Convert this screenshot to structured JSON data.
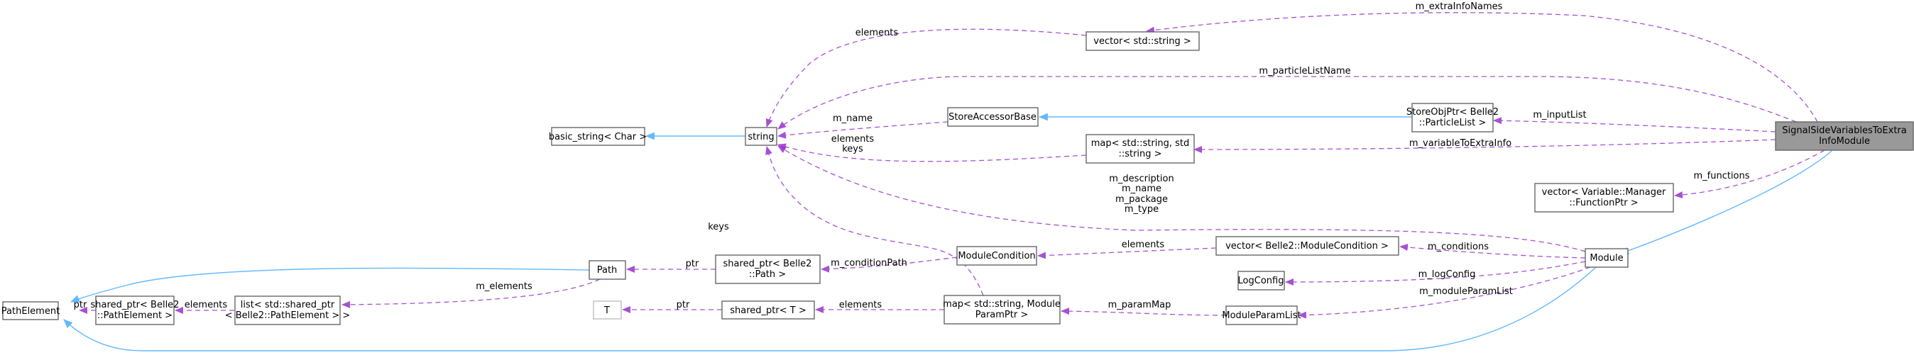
{
  "diagram": {
    "title": "SignalSideVariablesToExtraInfoModule collaboration graph",
    "colors": {
      "usage_edge": "#9a32cd",
      "inheritance_edge": "#63b8ff",
      "focus_node_fill": "#999999",
      "node_border": "#666666"
    },
    "nodes": {
      "focus": [
        "SignalSideVariablesToExtraInfoModule",
        "InfoModule"
      ],
      "focus_line1": "SignalSideVariablesToExtra",
      "focus_line2": "InfoModule",
      "path_element": "PathElement",
      "shared_ptr_path_element_l1": "shared_ptr< Belle2",
      "shared_ptr_path_element_l2": "::PathElement >",
      "list_shared_ptr_l1": "list< std::shared_ptr",
      "list_shared_ptr_l2": "< Belle2::PathElement > >",
      "path": "Path",
      "shared_ptr_path_l1": "shared_ptr< Belle2",
      "shared_ptr_path_l2": "::Path >",
      "t": "T",
      "shared_ptr_t": "shared_ptr< T >",
      "module_condition": "ModuleCondition",
      "map_module_param_l1": "map< std::string, Module",
      "map_module_param_l2": "ParamPtr >",
      "vector_module_condition": "vector< Belle2::ModuleCondition >",
      "log_config": "LogConfig",
      "module_param_list": "ModuleParamList",
      "module": "Module",
      "vector_function_ptr_l1": "vector< Variable::Manager",
      "vector_function_ptr_l2": "::FunctionPtr >",
      "store_obj_ptr_l1": "StoreObjPtr< Belle2",
      "store_obj_ptr_l2": "::ParticleList >",
      "store_accessor_base": "StoreAccessorBase",
      "map_string_string_l1": "map< std::string, std",
      "map_string_string_l2": "::string >",
      "vector_string": "vector< std::string >",
      "string": "string",
      "basic_string": "basic_string< Char >"
    },
    "edge_labels": {
      "m_extra_info_names": "m_extraInfoNames",
      "elements_vector_string": "elements",
      "m_particle_list_name": "m_particleListName",
      "m_input_list": "m_inputList",
      "m_variable_to_extra_info": "m_variableToExtraInfo",
      "m_functions": "m_functions",
      "m_name": "m_name",
      "elements_keys_l1": "elements",
      "elements_keys_l2": "keys",
      "module_strings_l1": "m_description",
      "module_strings_l2": "m_name",
      "module_strings_l3": "m_package",
      "module_strings_l4": "m_type",
      "keys": "keys",
      "m_conditions": "m_conditions",
      "elements_conditions": "elements",
      "m_condition_path": "m_conditionPath",
      "ptr_path": "ptr",
      "m_elements": "m_elements",
      "elements_list": "elements",
      "ptr_path_element": "ptr",
      "m_log_config": "m_logConfig",
      "m_module_param_list": "m_moduleParamList",
      "m_param_map": "m_paramMap",
      "elements_shared_ptr_t": "elements",
      "ptr_t": "ptr"
    }
  }
}
